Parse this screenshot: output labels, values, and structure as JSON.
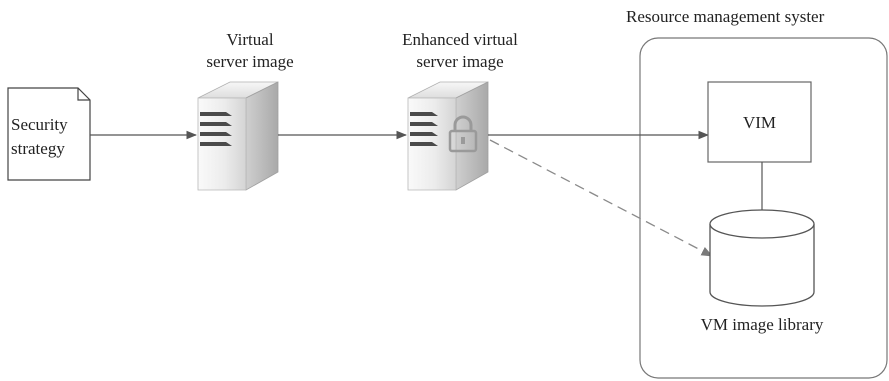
{
  "document": {
    "labels": {
      "security_strategy_line1": "Security",
      "security_strategy_line2": "strategy",
      "virtual_image_line1": "Virtual",
      "virtual_image_line2": "server image",
      "enhanced_image_line1": "Enhanced virtual",
      "enhanced_image_line2": "server image",
      "resource_system_title": "Resource management syster",
      "vim_label": "VIM",
      "vm_library_label": "VM image library"
    },
    "icons": {
      "security_doc": "document-icon",
      "virtual_server": "server-icon",
      "enhanced_server": "server-icon",
      "lock": "lock-icon",
      "library": "database-cylinder-icon"
    },
    "colors": {
      "line": "#555555",
      "dashed_line": "#888888",
      "server_light": "#f2f2f2",
      "server_dark": "#bdbdbd",
      "border": "#666666"
    }
  }
}
